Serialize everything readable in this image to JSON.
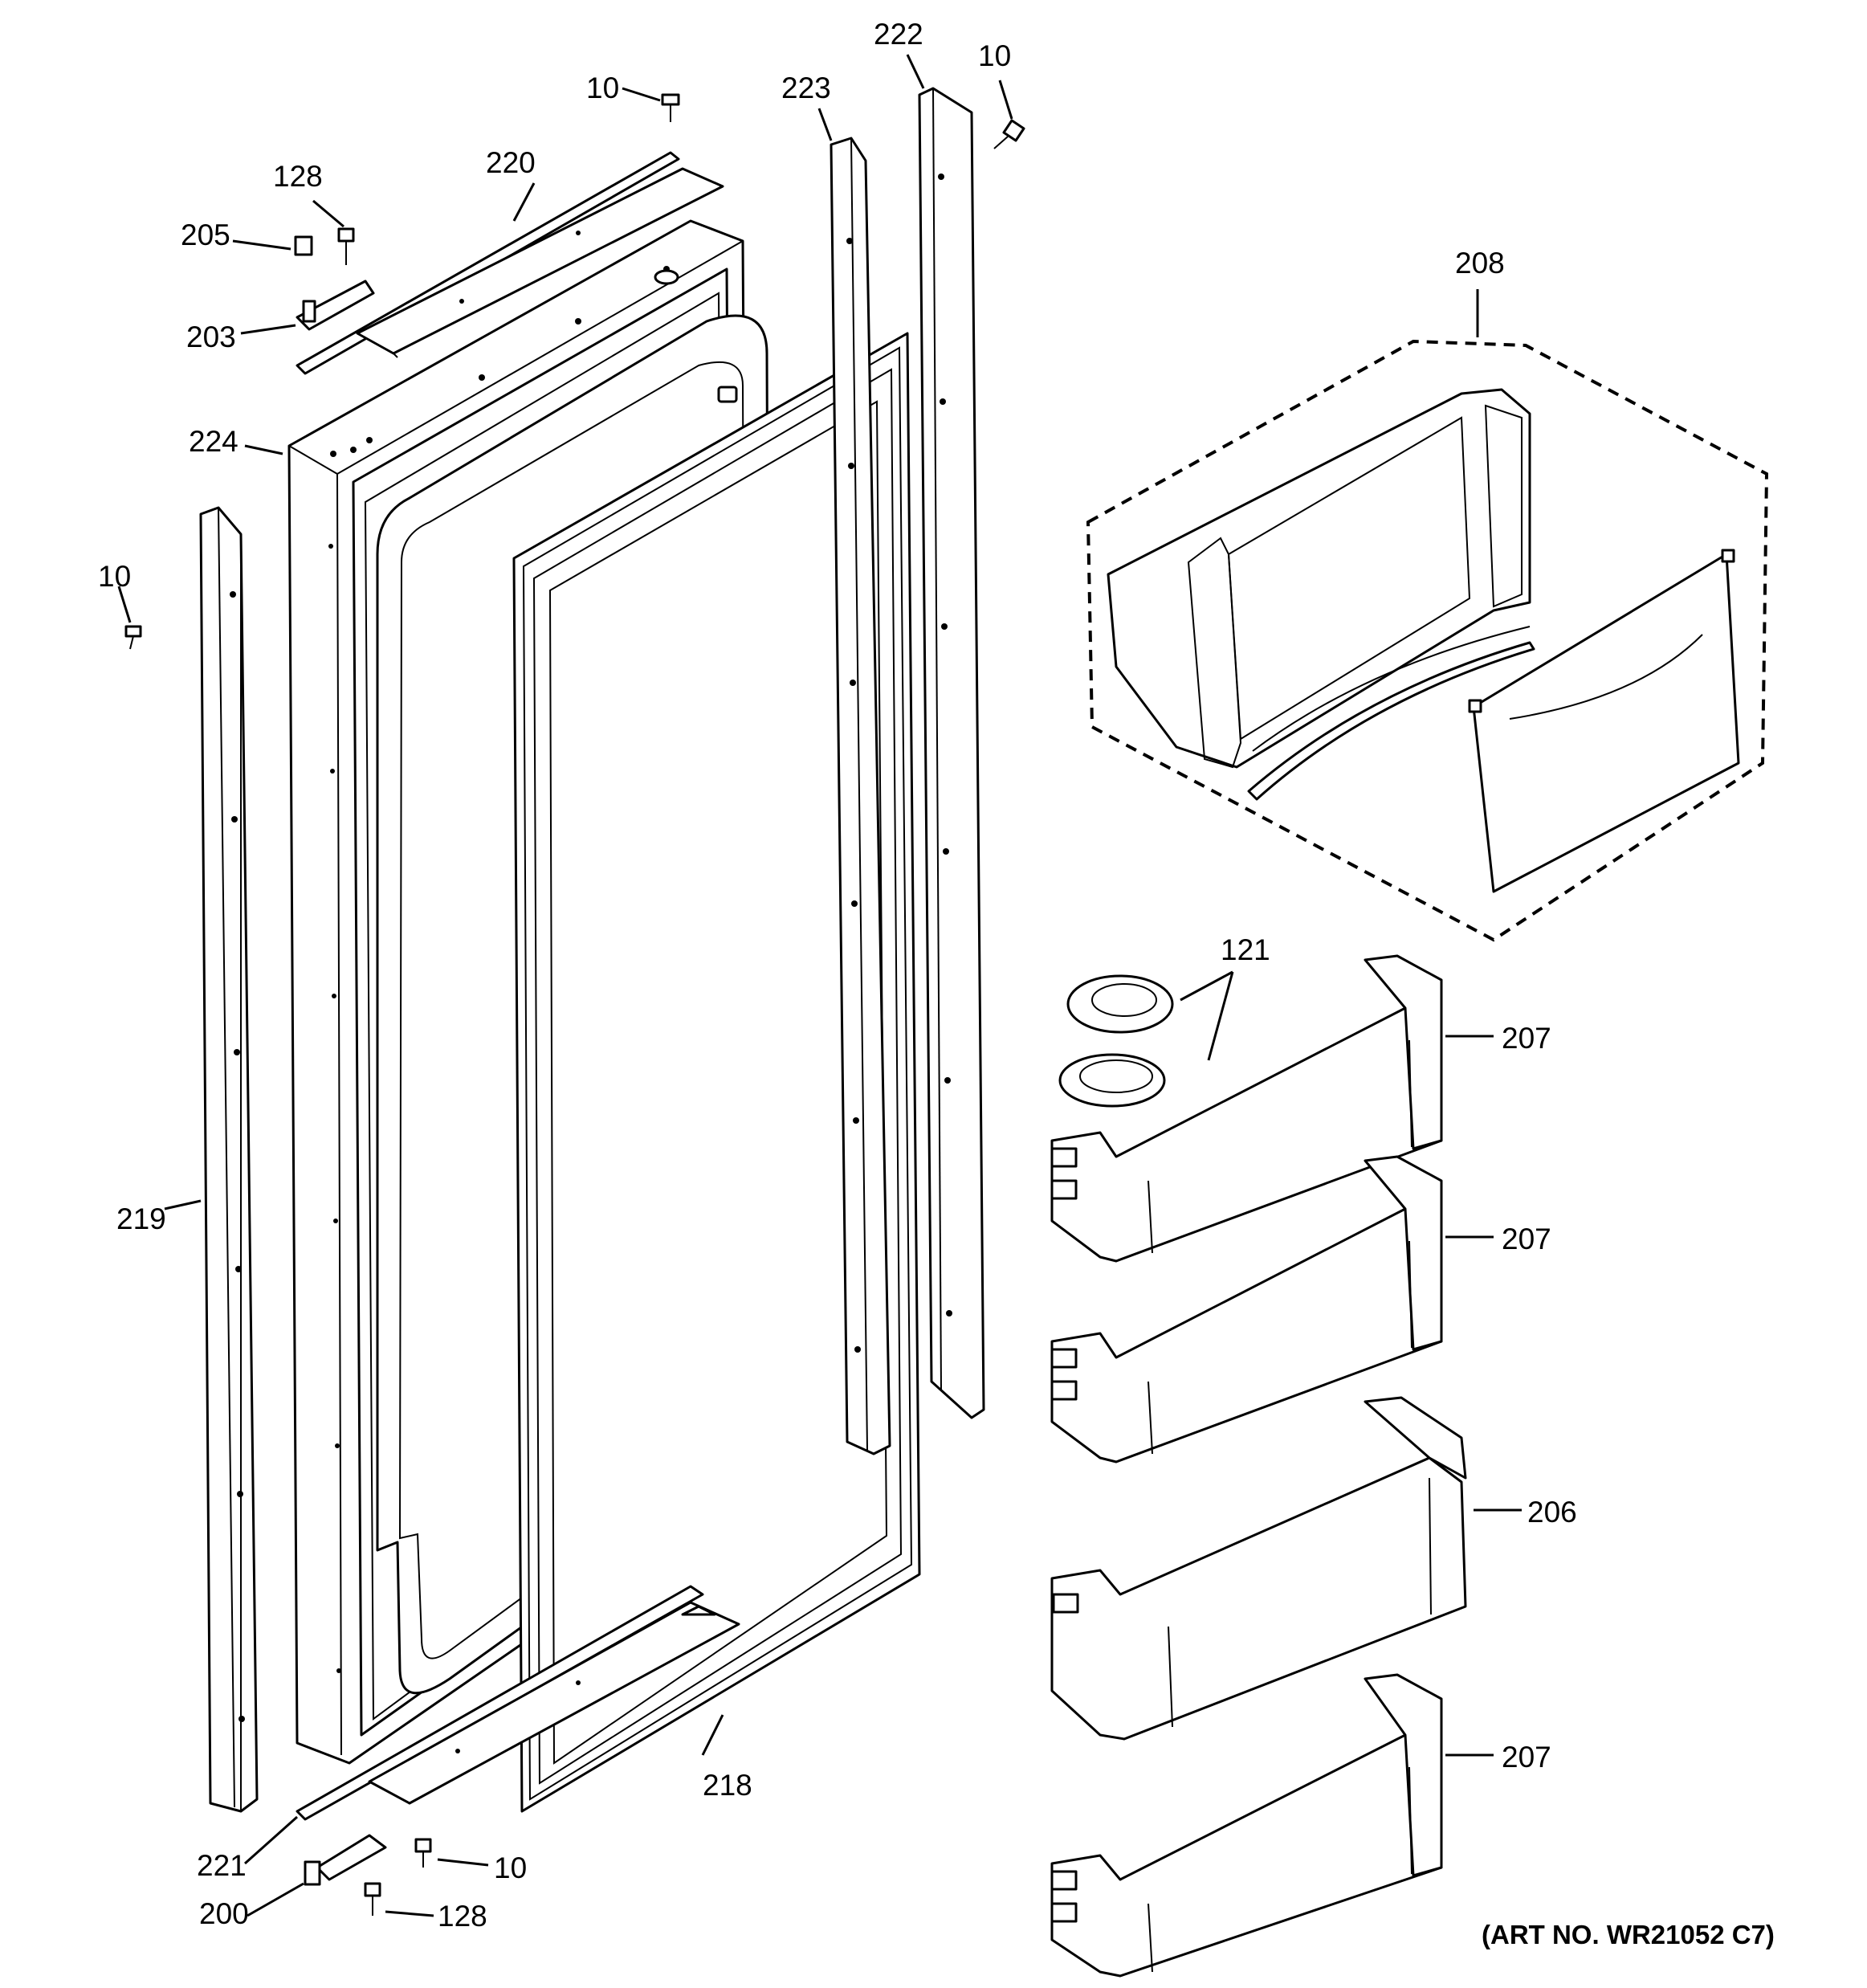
{
  "diagram": {
    "callouts": {
      "c_10_top": "10",
      "c_10_topright": "10",
      "c_10_left": "10",
      "c_10_bottom": "10",
      "c_128_top": "128",
      "c_128_bottom": "128",
      "c_205": "205",
      "c_203": "203",
      "c_220": "220",
      "c_224": "224",
      "c_223": "223",
      "c_222": "222",
      "c_208": "208",
      "c_121": "121",
      "c_207_a": "207",
      "c_207_b": "207",
      "c_206": "206",
      "c_207_c": "207",
      "c_219": "219",
      "c_218": "218",
      "c_221": "221",
      "c_200": "200"
    },
    "art_number": "(ART NO. WR21052 C7)"
  }
}
